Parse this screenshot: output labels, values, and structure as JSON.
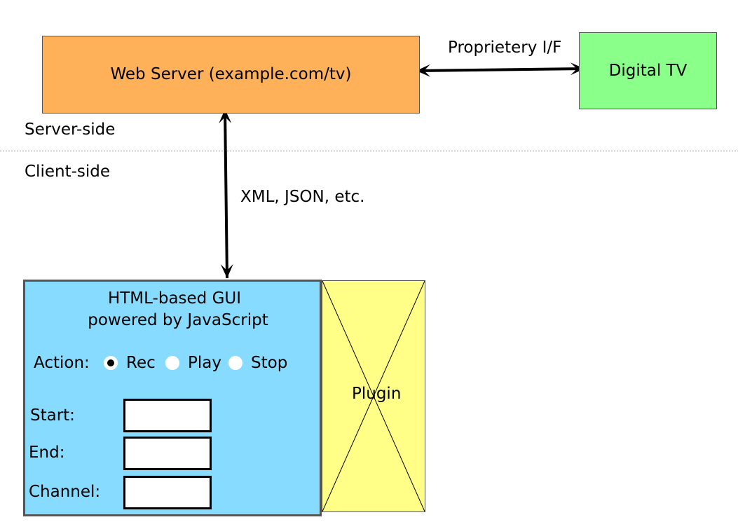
{
  "colors": {
    "web_server": "#ffb15a",
    "digital_tv": "#8aff8a",
    "gui_panel": "#87dbff",
    "plugin": "#ffff88",
    "border": "#555555",
    "separator": "#888888"
  },
  "web_server": {
    "label": "Web Server (example.com/tv)"
  },
  "digital_tv": {
    "label": "Digital TV"
  },
  "connections": {
    "proprietary": "Proprietery I/F",
    "data_formats": "XML, JSON, etc."
  },
  "zones": {
    "server_side": "Server-side",
    "client_side": "Client-side"
  },
  "gui": {
    "title_line1": "HTML-based GUI",
    "title_line2": "powered by JavaScript",
    "action_label": "Action:",
    "options": [
      {
        "label": "Rec",
        "selected": true
      },
      {
        "label": "Play",
        "selected": false
      },
      {
        "label": "Stop",
        "selected": false
      }
    ],
    "fields": [
      {
        "label": "Start:",
        "value": ""
      },
      {
        "label": "End:",
        "value": ""
      },
      {
        "label": "Channel:",
        "value": ""
      }
    ]
  },
  "plugin": {
    "label": "Plugin"
  }
}
